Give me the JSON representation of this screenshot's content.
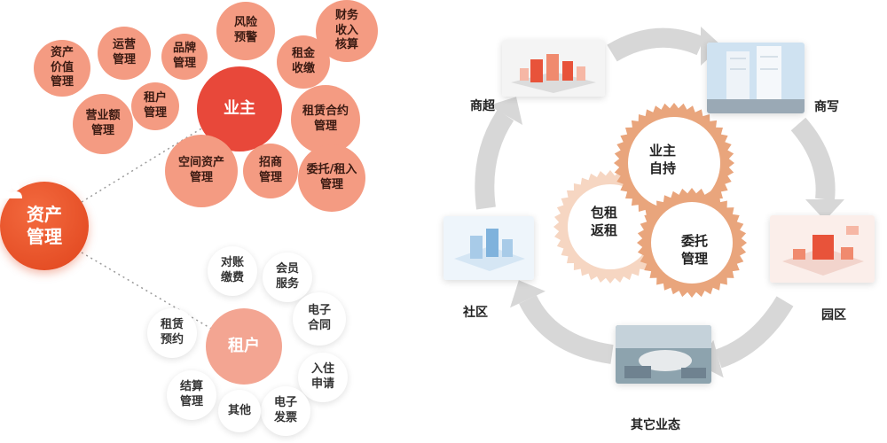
{
  "asset_management": {
    "title": "资产\n管理",
    "icon": "users-icon",
    "owner": {
      "label": "业主",
      "items": [
        "资产\n价值\n管理",
        "运营\n管理",
        "品牌\n管理",
        "风险\n预警",
        "财务\n收入\n核算",
        "租金\n收缴",
        "租赁合约\n管理",
        "委托/租入\n管理",
        "招商\n管理",
        "空间资产\n管理",
        "租户\n管理",
        "营业额\n管理"
      ]
    },
    "tenant": {
      "label": "租户",
      "items": [
        "对账\n缴费",
        "会员\n服务",
        "电子\n合同",
        "入住\n申请",
        "电子\n发票",
        "其他",
        "结算\n管理",
        "租赁\n预约"
      ]
    }
  },
  "business_cycle": {
    "gears": [
      "业主\n自持",
      "包租\n返租",
      "委托\n管理"
    ],
    "formats": [
      "商超",
      "商写",
      "园区",
      "其它业态",
      "社区"
    ]
  },
  "colors": {
    "primary": "#e8533a",
    "owner_bubble": "#f49b82",
    "tenant_hub": "#f3a592",
    "gear": "#e9a57c",
    "gear_light": "#f6d6c2",
    "arrow": "#d7d7d7"
  }
}
